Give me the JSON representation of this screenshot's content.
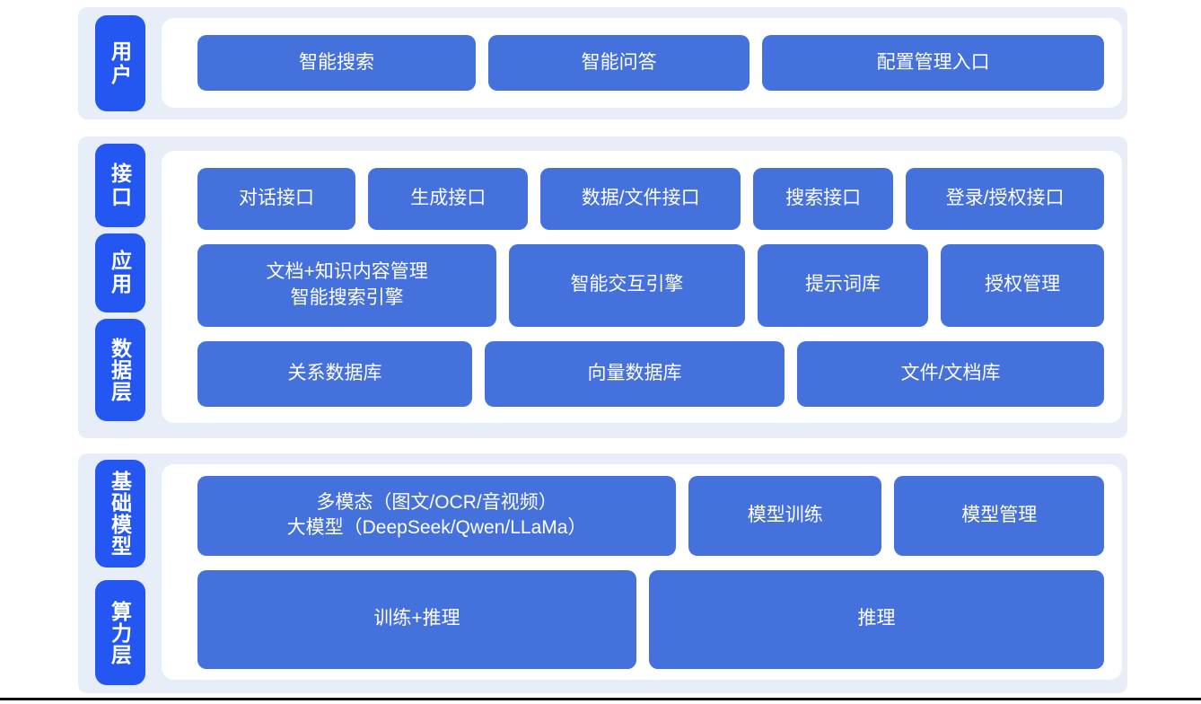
{
  "colors": {
    "section-bg": "#e8eef7",
    "panel-bg": "#ffffff",
    "label-bg": "#2457f2",
    "label-text": "#ffffff",
    "button-bg": "#4571dc",
    "button-text": "#ffffff",
    "bottom-line": "#0b0b0c"
  },
  "sections": [
    {
      "name": "user-layer",
      "labels": [
        {
          "text": "用户"
        }
      ],
      "rows": [
        {
          "buttons": [
            {
              "label": "智能搜索"
            },
            {
              "label": "智能问答"
            },
            {
              "label": "配置管理入口"
            }
          ]
        }
      ]
    },
    {
      "name": "interface-app-data-layer",
      "labels": [
        {
          "text": "接口"
        },
        {
          "text": "应用"
        },
        {
          "text": "数据层"
        }
      ],
      "rows": [
        {
          "buttons": [
            {
              "label": "对话接口"
            },
            {
              "label": "生成接口"
            },
            {
              "label": "数据/文件接口"
            },
            {
              "label": "搜索接口"
            },
            {
              "label": "登录/授权接口"
            }
          ]
        },
        {
          "buttons": [
            {
              "label": "文档+知识内容管理\n智能搜索引擎"
            },
            {
              "label": "智能交互引擎"
            },
            {
              "label": "提示词库"
            },
            {
              "label": "授权管理"
            }
          ]
        },
        {
          "buttons": [
            {
              "label": "关系数据库"
            },
            {
              "label": "向量数据库"
            },
            {
              "label": "文件/文档库"
            }
          ]
        }
      ]
    },
    {
      "name": "foundation-compute-layer",
      "labels": [
        {
          "text": "基础模型"
        },
        {
          "text": "算力层"
        }
      ],
      "rows": [
        {
          "buttons": [
            {
              "label": "多模态（图文/OCR/音视频）\n大模型（DeepSeek/Qwen/LLaMa）"
            },
            {
              "label": "模型训练"
            },
            {
              "label": "模型管理"
            }
          ]
        },
        {
          "buttons": [
            {
              "label": "训练+推理"
            },
            {
              "label": "推理"
            }
          ]
        }
      ]
    }
  ]
}
